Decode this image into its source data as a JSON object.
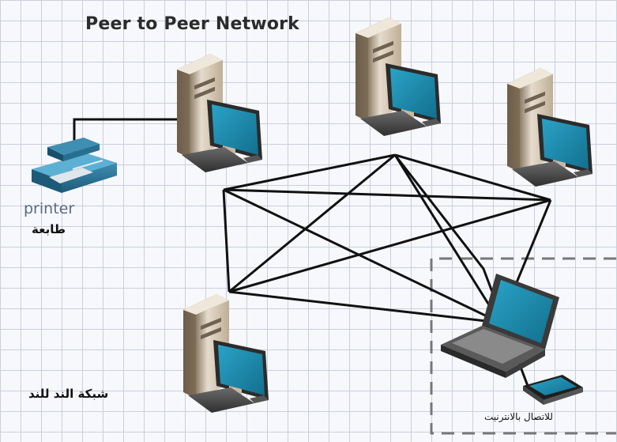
{
  "diagram": {
    "title": "Peer to Peer Network",
    "printer_label": "printer",
    "printer_label_ar": "طابعة",
    "network_label_ar": "شبكة الند للند",
    "internet_label_ar": "للاتصال بالانترنيت"
  },
  "colors": {
    "grid_line": "#c9cfdc",
    "link": "#111111",
    "monitor_screen": "#1b86a8",
    "case": "#d9cdbb",
    "dashed_box": "#777777"
  },
  "nodes": [
    {
      "id": "pc-top-left",
      "type": "desktop-computer"
    },
    {
      "id": "pc-top-center",
      "type": "desktop-computer"
    },
    {
      "id": "pc-top-right",
      "type": "desktop-computer"
    },
    {
      "id": "pc-bottom-left",
      "type": "desktop-computer"
    },
    {
      "id": "laptop",
      "type": "laptop"
    },
    {
      "id": "phone",
      "type": "smartphone"
    },
    {
      "id": "printer",
      "type": "printer"
    }
  ]
}
